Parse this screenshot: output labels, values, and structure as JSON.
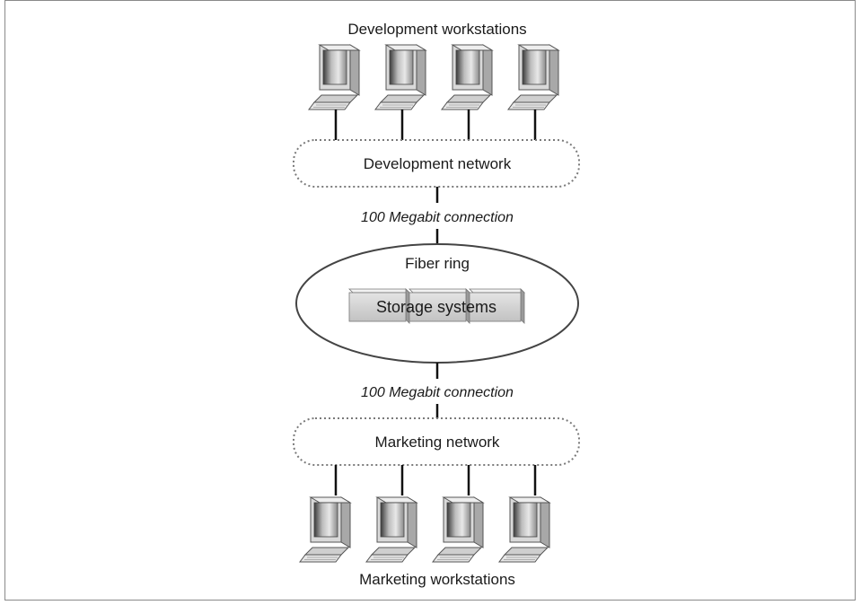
{
  "diagram": {
    "top_group_label": "Development workstations",
    "dev_network_label": "Development network",
    "upper_link_label": "100 Megabit connection",
    "fiber_ring_label": "Fiber ring",
    "storage_label": "Storage systems",
    "lower_link_label": "100 Megabit connection",
    "marketing_network_label": "Marketing network",
    "bottom_group_label": "Marketing workstations"
  },
  "counts": {
    "development_workstations": 4,
    "marketing_workstations": 4,
    "storage_units": 3
  },
  "colors": {
    "frame": "#8a8a8a",
    "cloud_border": "#7a7a7a",
    "line": "#111111",
    "storage_face": "#cfcfcf",
    "ring_stroke": "#444444"
  }
}
